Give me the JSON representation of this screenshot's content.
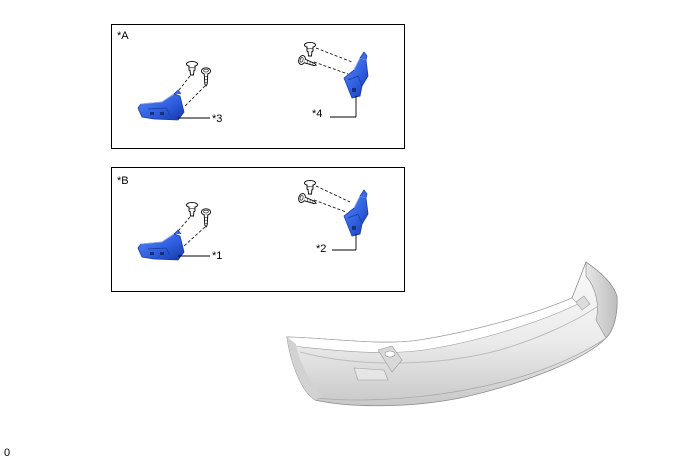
{
  "panels": {
    "a": {
      "label": "*A",
      "part_left": "*3",
      "part_right": "*4"
    },
    "b": {
      "label": "*B",
      "part_left": "*1",
      "part_right": "*2"
    }
  },
  "corner_code": "0",
  "colors": {
    "bracket_blue": "#2f5fe0",
    "bracket_dark": "#1638a8",
    "bumper_light": "#f2f2f2",
    "bumper_shade": "#c9c9c9",
    "frame": "#000000"
  },
  "icons": [
    "clip-icon",
    "screw-icon",
    "bracket-icon",
    "rear-bumper-icon"
  ]
}
